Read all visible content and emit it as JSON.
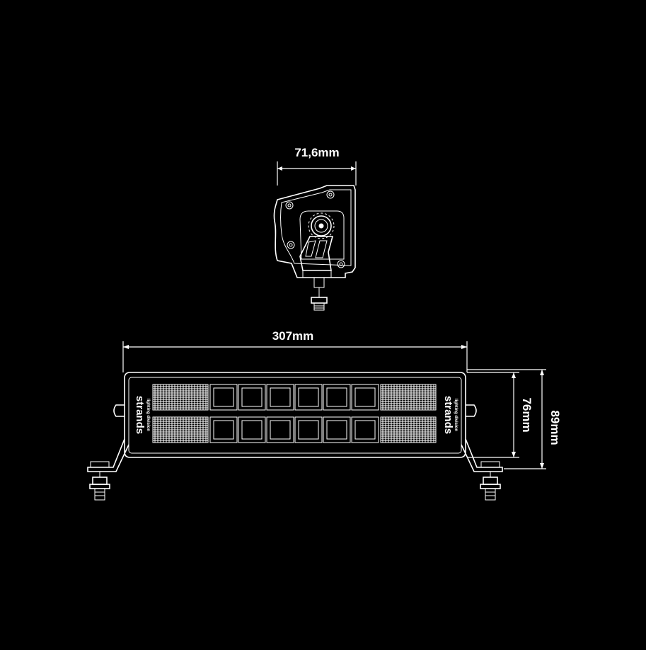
{
  "dimensions": {
    "side_width": "71,6mm",
    "front_length": "307mm",
    "front_inner_height": "76mm",
    "front_total_height": "89mm"
  },
  "logo": {
    "brand": "strands",
    "tagline": "lighting division"
  },
  "colors": {
    "background": "#000000",
    "line": "#ffffff"
  }
}
